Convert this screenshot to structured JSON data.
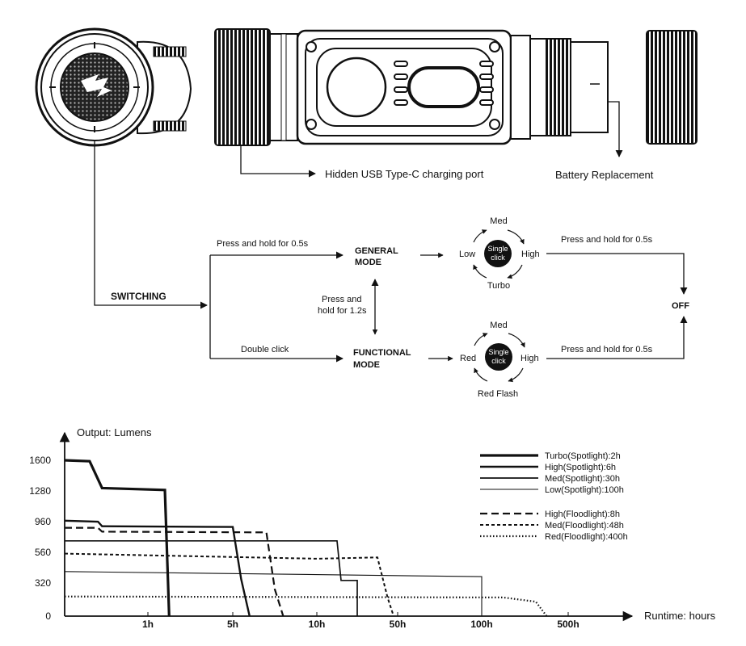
{
  "top": {
    "usb_label": "Hidden USB Type-C charging port",
    "battery_label": "Battery Replacement"
  },
  "flow": {
    "switching": "SWITCHING",
    "press_hold_05_in": "Press and hold for 0.5s",
    "double_click": "Double click",
    "general_mode_1": "GENERAL",
    "general_mode_2": "MODE",
    "functional_mode_1": "FUNCTIONAL",
    "functional_mode_2": "MODE",
    "press_hold_12_1": "Press and",
    "press_hold_12_2": "hold for 1.2s",
    "general_cycle": {
      "top": "Med",
      "left": "Low",
      "right": "High",
      "bottom": "Turbo",
      "center_1": "Single",
      "center_2": "click"
    },
    "functional_cycle": {
      "top": "Med",
      "left": "Red",
      "right": "High",
      "bottom": "Red Flash",
      "center_1": "Single",
      "center_2": "click"
    },
    "press_hold_05_out_1": "Press and hold for 0.5s",
    "press_hold_05_out_2": "Press and hold for 0.5s",
    "off": "OFF"
  },
  "chart_data": {
    "type": "line",
    "ylabel": "Output: Lumens",
    "xlabel": "Runtime: hours",
    "y_ticks": [
      "0",
      "320",
      "560",
      "960",
      "1280",
      "1600"
    ],
    "x_ticks": [
      "1h",
      "5h",
      "10h",
      "50h",
      "100h",
      "500h"
    ],
    "series": [
      {
        "name": "Turbo(Spotlight):2h",
        "style": "thick",
        "values": [
          [
            0,
            1600
          ],
          [
            0.3,
            1590
          ],
          [
            0.45,
            1310
          ],
          [
            1.8,
            1290
          ],
          [
            2,
            0
          ]
        ]
      },
      {
        "name": "High(Spotlight):6h",
        "style": "solid-medium",
        "values": [
          [
            0,
            970
          ],
          [
            0.4,
            960
          ],
          [
            0.45,
            900
          ],
          [
            5,
            890
          ],
          [
            5.5,
            350
          ],
          [
            6,
            0
          ]
        ]
      },
      {
        "name": "Med(Spotlight):30h",
        "style": "solid",
        "values": [
          [
            0,
            710
          ],
          [
            20,
            710
          ],
          [
            22,
            340
          ],
          [
            30,
            340
          ],
          [
            30,
            0
          ]
        ]
      },
      {
        "name": "Low(Spotlight):100h",
        "style": "solid-thin",
        "values": [
          [
            0,
            410
          ],
          [
            100,
            370
          ],
          [
            100,
            0
          ]
        ]
      },
      {
        "name": "High(Floodlight):8h",
        "style": "dashed",
        "values": [
          [
            0,
            880
          ],
          [
            0.4,
            880
          ],
          [
            0.45,
            830
          ],
          [
            7,
            820
          ],
          [
            7.5,
            260
          ],
          [
            8,
            0
          ]
        ]
      },
      {
        "name": "Med(Floodlight):48h",
        "style": "short-dashed",
        "values": [
          [
            0,
            550
          ],
          [
            10,
            510
          ],
          [
            40,
            520
          ],
          [
            45,
            180
          ],
          [
            48,
            0
          ]
        ]
      },
      {
        "name": "Red(Floodlight):400h",
        "style": "dotted",
        "values": [
          [
            0,
            190
          ],
          [
            200,
            180
          ],
          [
            350,
            140
          ],
          [
            400,
            0
          ]
        ]
      }
    ]
  }
}
